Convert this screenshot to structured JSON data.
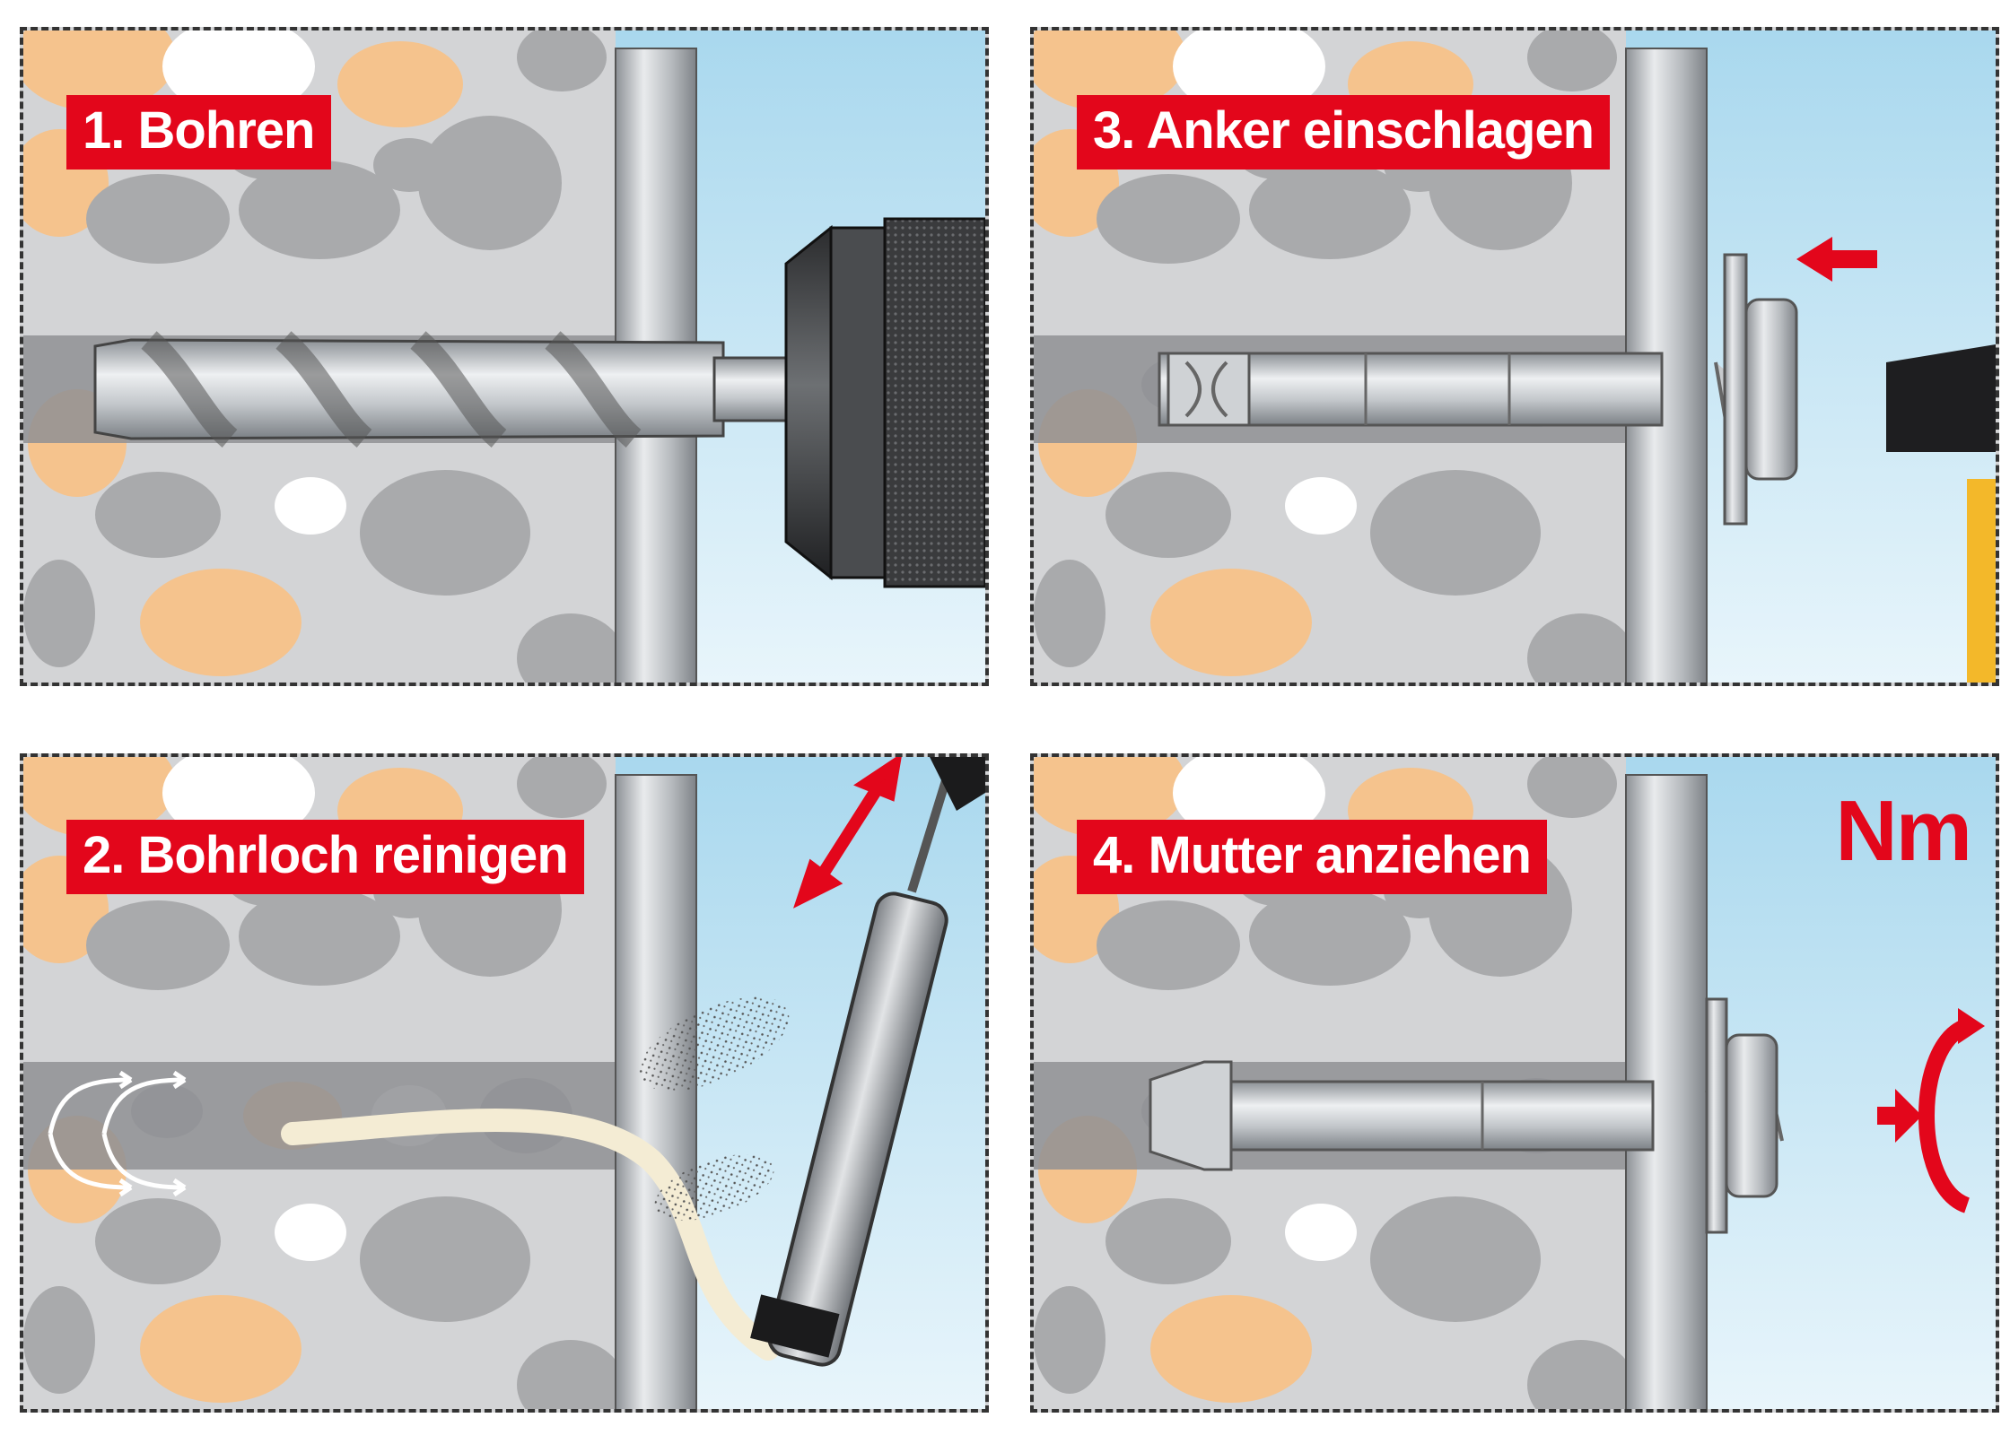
{
  "steps": [
    {
      "label": "1. Bohren"
    },
    {
      "label": "2. Bohrloch reinigen"
    },
    {
      "label": "3. Anker einschlagen"
    },
    {
      "label": "4. Mutter anziehen"
    }
  ],
  "torque_unit": "Nm",
  "colors": {
    "accent": "#e3061b",
    "concrete": "#d3d4d6",
    "stone_gray": "#a9aaac",
    "stone_tan": "#f5c38d",
    "sky": "#b9dff0",
    "steel": "#b8bcc0"
  }
}
